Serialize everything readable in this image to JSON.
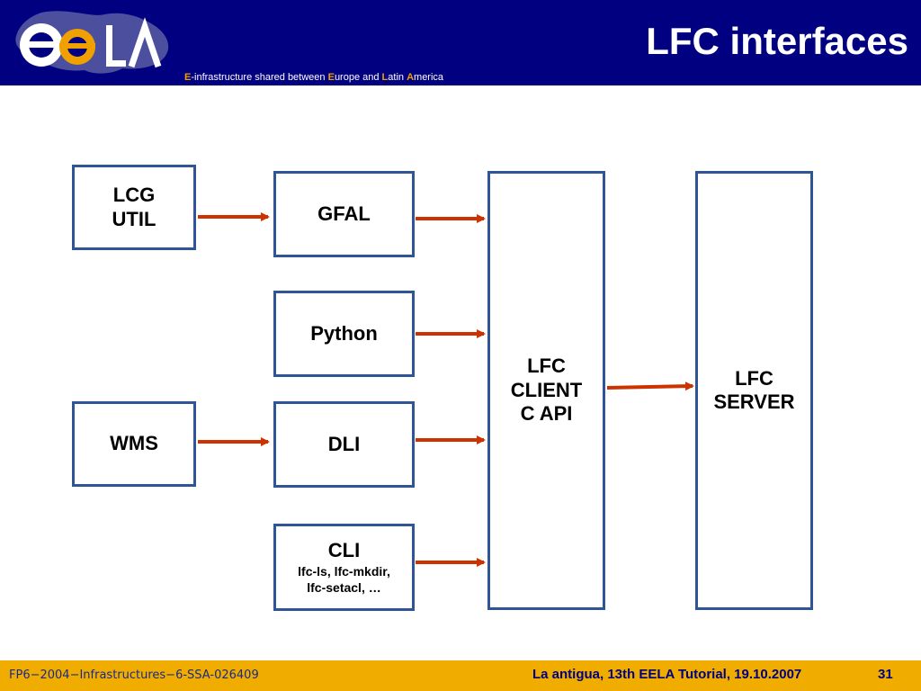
{
  "header": {
    "title": "LFC interfaces",
    "logo_text": "ee la",
    "tagline": {
      "p1": "E",
      "p2": "-infrastructure shared between ",
      "p3": "E",
      "p4": "urope and ",
      "p5": "L",
      "p6": "atin ",
      "p7": "A",
      "p8": "merica"
    }
  },
  "diagram": {
    "lcg_util": {
      "line1": "LCG",
      "line2": "UTIL"
    },
    "wms": "WMS",
    "gfal": "GFAL",
    "python": "Python",
    "dli": "DLI",
    "cli": {
      "title": "CLI",
      "sub1": "lfc-ls, lfc-mkdir,",
      "sub2": "lfc-setacl, …"
    },
    "lfc_client": {
      "line1": "LFC",
      "line2": "CLIENT",
      "line3": "C API"
    },
    "lfc_server": {
      "line1": "LFC",
      "line2": "SERVER"
    }
  },
  "colors": {
    "header_bg": "#000080",
    "box_border": "#2f5597",
    "arrow": "#cc3300",
    "footer_bg": "#f0ad00"
  },
  "footer": {
    "left": "FP6−2004−Infrastructures−6-SSA-026409",
    "right": "La antigua, 13th EELA Tutorial, 19.10.2007",
    "page": "31"
  }
}
